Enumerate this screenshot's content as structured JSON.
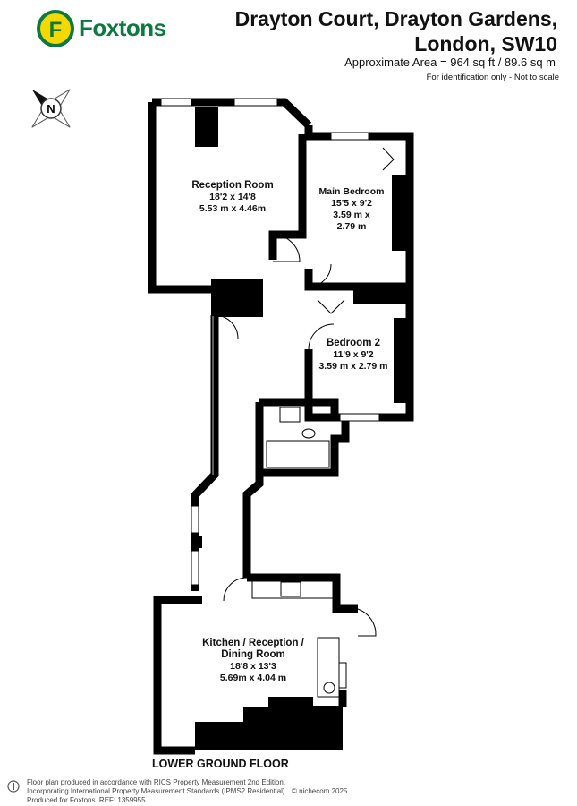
{
  "header": {
    "brand": "Foxtons",
    "brand_mark": "F",
    "address_line1": "Drayton Court, Drayton Gardens,",
    "address_line2": "London, SW10",
    "area_text": "Approximate Area =  964 sq ft / 89.6 sq m",
    "identification": "For identification only - Not to scale"
  },
  "compass": {
    "label": "N",
    "icon": "north-arrow-icon"
  },
  "rooms": {
    "reception": {
      "name": "Reception Room",
      "imperial": "18'2 x 14'8",
      "metric": "5.53 m x 4.46m"
    },
    "main_bedroom": {
      "name": "Main Bedroom",
      "imperial": "15'5 x 9'2",
      "metric1": "3.59 m x",
      "metric2": "2.79 m"
    },
    "bedroom2": {
      "name": "Bedroom 2",
      "imperial": "11'9 x 9'2",
      "metric": "3.59 m x 2.79 m"
    },
    "kitchen": {
      "name1": "Kitchen / Reception /",
      "name2": "Dining Room",
      "imperial": "18'8 x 13'3",
      "metric": "5.69m x 4.04 m"
    }
  },
  "floor_label": "LOWER GROUND FLOOR",
  "footer": {
    "line1": "Floor plan produced in accordance with RICS Property Measurement 2nd Edition,",
    "line2": "Incorporating International Property Measurement Standards (IPMS2 Residential).",
    "line3": "Produced for Foxtons.   REF: 1359955",
    "credit": "© nichecom 2025."
  },
  "colors": {
    "brand_green": "#0b7a3e",
    "brand_yellow": "#f5d800",
    "wall": "#000000"
  }
}
